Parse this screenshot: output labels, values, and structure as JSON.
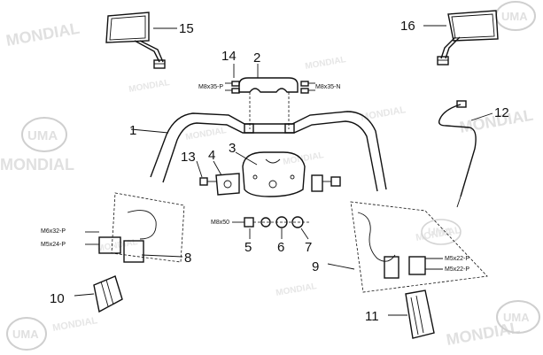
{
  "watermark": {
    "brand": "MONDIAL",
    "logo_text": "UMA"
  },
  "callouts": {
    "c1": "1",
    "c2": "2",
    "c3": "3",
    "c4": "4",
    "c5": "5",
    "c6": "6",
    "c7": "7",
    "c8": "8",
    "c9": "9",
    "c10": "10",
    "c11": "11",
    "c12": "12",
    "c13": "13",
    "c14": "14",
    "c15": "15",
    "c16": "16"
  },
  "specs": {
    "top_left": "M8x35-P",
    "top_right": "M8x35-N",
    "center": "M8x50",
    "left_1": "M6x32-P",
    "left_2": "M5x24-P",
    "right_1": "M5x22-P",
    "right_2": "M5x22-P"
  }
}
